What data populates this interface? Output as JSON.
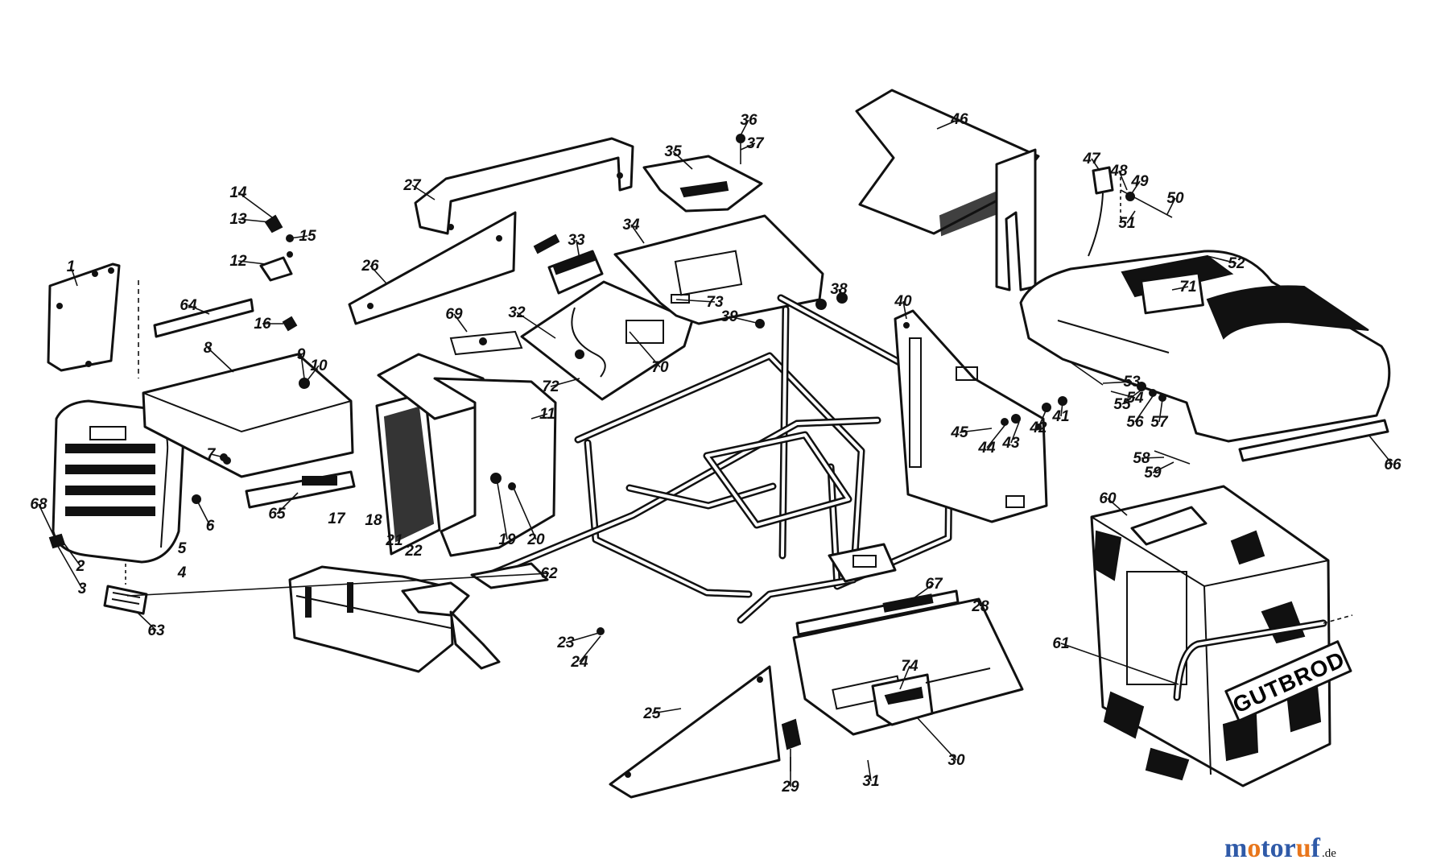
{
  "diagram": {
    "callouts": [
      "1",
      "2",
      "3",
      "4",
      "5",
      "6",
      "7",
      "8",
      "9",
      "10",
      "11",
      "12",
      "13",
      "14",
      "15",
      "16",
      "17",
      "18",
      "19",
      "20",
      "21",
      "22",
      "23",
      "24",
      "25",
      "26",
      "27",
      "28",
      "29",
      "30",
      "31",
      "32",
      "33",
      "34",
      "35",
      "36",
      "37",
      "38",
      "39",
      "40",
      "41",
      "42",
      "43",
      "44",
      "45",
      "46",
      "47",
      "48",
      "49",
      "50",
      "51",
      "52",
      "53",
      "54",
      "55",
      "56",
      "57",
      "58",
      "59",
      "60",
      "61",
      "62",
      "63",
      "64",
      "65",
      "66",
      "67",
      "68",
      "69",
      "70",
      "71",
      "72",
      "73",
      "74"
    ],
    "brand_plate": "GUTBROD",
    "watermark": {
      "main": "motoruf",
      "tld": ".de"
    },
    "colors": {
      "ink": "#111111",
      "paper": "#ffffff",
      "wm_blue": "#2f5aa8",
      "wm_orange": "#e8761c"
    }
  }
}
